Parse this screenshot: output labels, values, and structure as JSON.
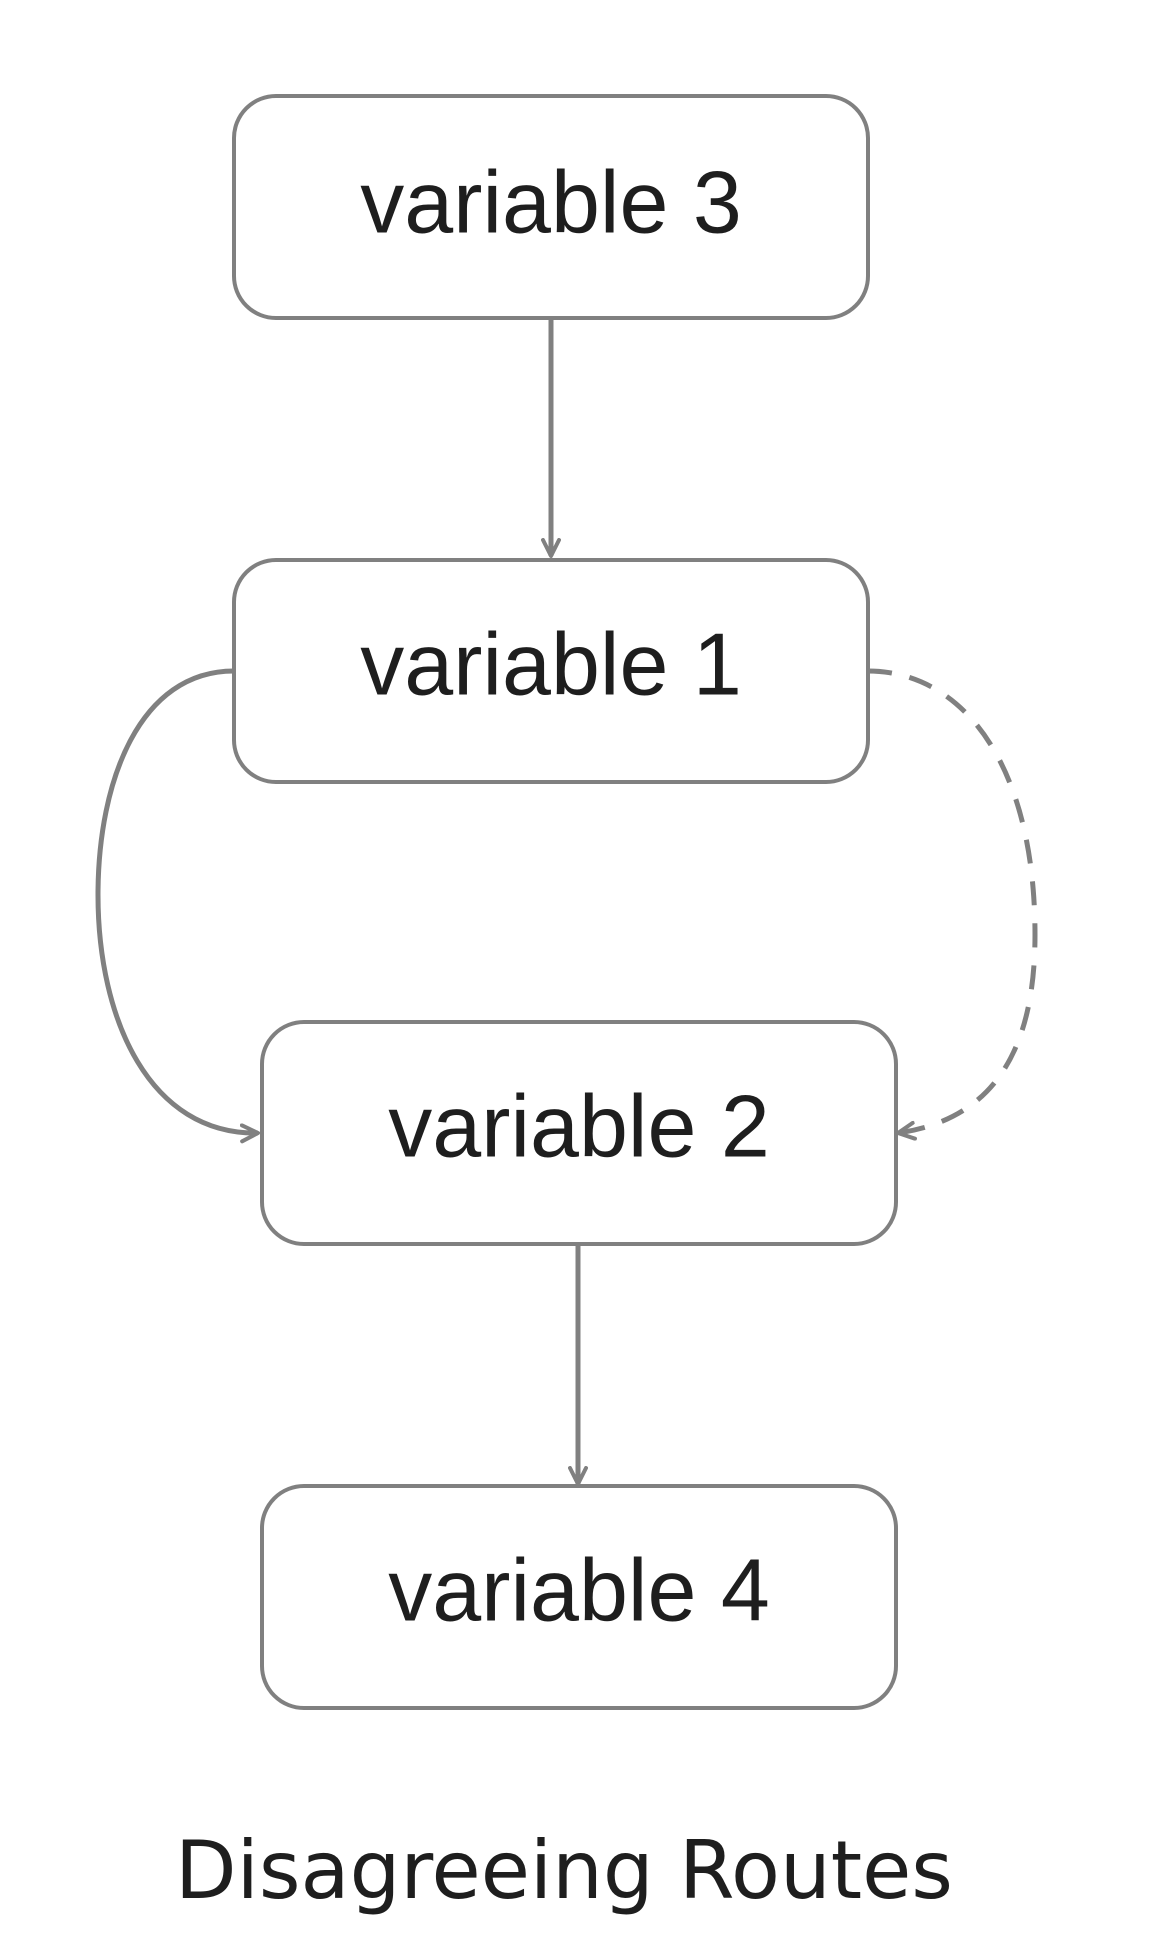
{
  "nodes": {
    "v3": {
      "label": "variable 3"
    },
    "v1": {
      "label": "variable 1"
    },
    "v2": {
      "label": "variable 2"
    },
    "v4": {
      "label": "variable 4"
    }
  },
  "edges": [
    {
      "from": "v3",
      "to": "v1",
      "style": "solid"
    },
    {
      "from": "v1",
      "to": "v2",
      "style": "solid",
      "route": "left-curve"
    },
    {
      "from": "v1",
      "to": "v2",
      "style": "dashed",
      "route": "right-curve"
    },
    {
      "from": "v2",
      "to": "v4",
      "style": "solid"
    }
  ],
  "caption": "Disagreeing Routes",
  "colors": {
    "stroke": "#808080",
    "text": "#1e1e1e",
    "background": "#ffffff"
  }
}
